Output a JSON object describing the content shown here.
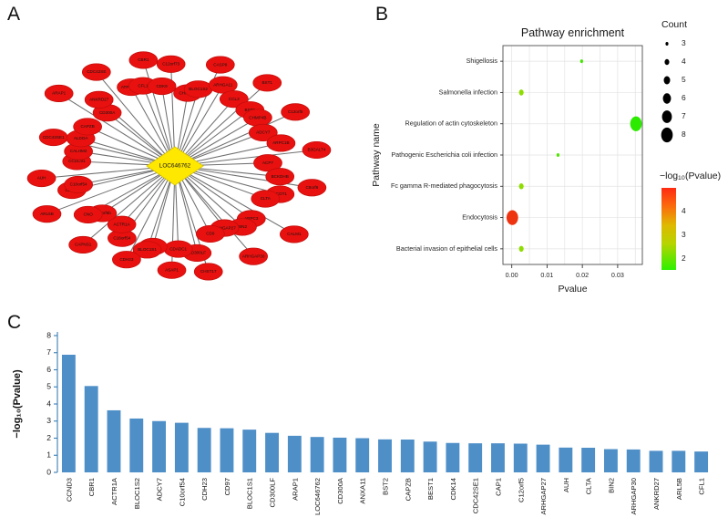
{
  "figure": {
    "panel_a_letter": "A",
    "panel_b_letter": "B",
    "panel_c_letter": "C"
  },
  "network": {
    "hub": "LOC646762",
    "hub_color": "#ffe800",
    "node_color": "#e8110f",
    "edge_color": "#6f6f6f",
    "nodes": [
      "C12orf73",
      "CHMP3A",
      "BLOC1S2",
      "CASP8",
      "ARHGA11",
      "CCL3",
      "BST1",
      "BST2",
      "CHMP4B",
      "C12orf5",
      "ADCY7",
      "ARPC1B",
      "B3GALT4",
      "ACP7",
      "BCKDHB",
      "C8orf6",
      "ACOT1",
      "CLTA",
      "CALM1",
      "ARPC3",
      "BIN2",
      "ARHGAP30",
      "ARHGAP27",
      "CD9",
      "CHST17",
      "CD300LF",
      "CDADC1",
      "ASAP1",
      "CAP1",
      "BLOC1S1",
      "CDH23",
      "C16orf54",
      "ACTR1A",
      "CAPNS1",
      "C12orf5b",
      "CNO",
      "ARL5B",
      "CDK14",
      "C10orf54",
      "AUH",
      "CCDC91",
      "CALHM2",
      "CDC42SE1",
      "ALDOA",
      "CAPZB",
      "ARAP1",
      "CD300A",
      "ANKRD27",
      "CDC42SE",
      "ATP6V0A1",
      "CFL1",
      "CBR1",
      "CDK9"
    ]
  },
  "bubble_chart": {
    "title": "Pathway enrichment",
    "xlabel": "Pvalue",
    "ylabel": "Pathway name",
    "count_legend_title": "Count",
    "count_legend_values": [
      "3",
      "4",
      "5",
      "6",
      "7",
      "8"
    ],
    "color_legend_title": "−log₁₀(Pvalue)",
    "color_legend_ticks": [
      "4",
      "3",
      "2"
    ],
    "x_ticks": [
      "0.00",
      "0.01",
      "0.02",
      "0.03"
    ],
    "chart_data": {
      "type": "scatter",
      "title": "Pathway enrichment",
      "xlabel": "Pvalue",
      "ylabel": "Pathway name",
      "xlim": [
        -0.0025,
        0.037
      ],
      "grid": true,
      "legend_position": "right",
      "categories": [
        "Shigellosis",
        "Salmonella infection",
        "Regulation of actin cytoskeleton",
        "Pathogenic Escherichia coli infection",
        "Fc gamma R-mediated phagocytosis",
        "Endocytosis",
        "Bacterial invasion of epithelial cells"
      ],
      "points": [
        {
          "pathway": "Shigellosis",
          "pvalue": 0.0198,
          "count": 3,
          "neglog10p": 1.7
        },
        {
          "pathway": "Salmonella infection",
          "pvalue": 0.0027,
          "count": 4,
          "neglog10p": 2.57
        },
        {
          "pathway": "Regulation of actin cytoskeleton",
          "pvalue": 0.0352,
          "count": 8,
          "neglog10p": 1.45
        },
        {
          "pathway": "Pathogenic Escherichia coli infection",
          "pvalue": 0.0131,
          "count": 3,
          "neglog10p": 1.88
        },
        {
          "pathway": "Fc gamma R-mediated phagocytosis",
          "pvalue": 0.0027,
          "count": 4,
          "neglog10p": 2.57
        },
        {
          "pathway": "Endocytosis",
          "pvalue": 0.00016,
          "count": 8,
          "neglog10p": 4.8
        },
        {
          "pathway": "Bacterial invasion of epithelial cells",
          "pvalue": 0.0027,
          "count": 4,
          "neglog10p": 2.57
        }
      ]
    }
  },
  "bar_chart": {
    "ylabel": "−log₁₀(Pvalue)",
    "y_ticks": [
      "0",
      "1",
      "2",
      "3",
      "4",
      "5",
      "6",
      "7",
      "8"
    ],
    "bar_color": "#4e8fc8",
    "chart_data": {
      "type": "bar",
      "title": "",
      "xlabel": "",
      "ylabel": "-log10(Pvalue)",
      "ylim": [
        0,
        8
      ],
      "grid": false,
      "categories": [
        "CCND3",
        "CBR1",
        "ACTR1A",
        "BLOC1S2",
        "ADCY7",
        "C10orf54",
        "CDH23",
        "CD97",
        "BLOC1S1",
        "CD300LF",
        "ARAP1",
        "LOC646762",
        "CD300A",
        "ANXA11",
        "BST2",
        "CAPZB",
        "BEST1",
        "CDK14",
        "CDC42SE1",
        "CAP1",
        "C12orf5",
        "ARHGAP27",
        "AUH",
        "CLTA",
        "BIN2",
        "ARHGAP30",
        "ANKRD27",
        "ARL5B",
        "CFL1"
      ],
      "values": [
        6.88,
        5.05,
        3.63,
        3.15,
        3.0,
        2.9,
        2.6,
        2.58,
        2.5,
        2.31,
        2.14,
        2.07,
        2.03,
        2.0,
        1.93,
        1.92,
        1.8,
        1.72,
        1.7,
        1.7,
        1.68,
        1.62,
        1.45,
        1.44,
        1.36,
        1.34,
        1.26,
        1.26,
        1.22
      ]
    }
  }
}
